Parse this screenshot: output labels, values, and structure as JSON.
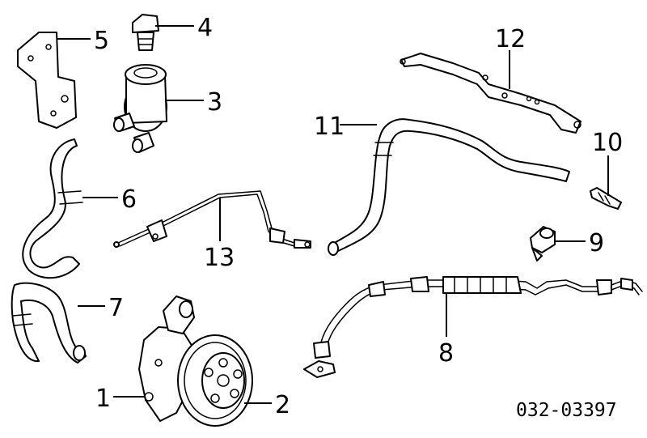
{
  "callouts": [
    {
      "id": "1",
      "label": "1"
    },
    {
      "id": "2",
      "label": "2"
    },
    {
      "id": "3",
      "label": "3"
    },
    {
      "id": "4",
      "label": "4"
    },
    {
      "id": "5",
      "label": "5"
    },
    {
      "id": "6",
      "label": "6"
    },
    {
      "id": "7",
      "label": "7"
    },
    {
      "id": "8",
      "label": "8"
    },
    {
      "id": "9",
      "label": "9"
    },
    {
      "id": "10",
      "label": "10"
    },
    {
      "id": "11",
      "label": "11"
    },
    {
      "id": "12",
      "label": "12"
    },
    {
      "id": "13",
      "label": "13"
    }
  ],
  "reference_code": "032-03397"
}
